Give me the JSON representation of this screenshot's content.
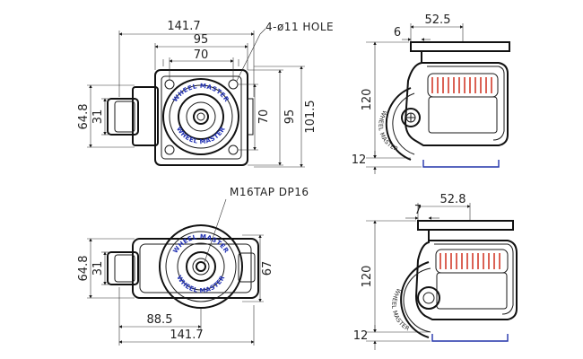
{
  "views": {
    "top_view": {
      "overall_width": "141.7",
      "plate_width": "95",
      "hole_spacing_x": "70",
      "hole_note": "4-ø11 HOLE",
      "overall_height": "64.8",
      "wheel_height": "31",
      "hole_spacing_y": "70",
      "plate_height": "95",
      "total_depth": "101.5"
    },
    "side_view": {
      "plate_depth": "52.5",
      "offset": "6",
      "height": "120",
      "bottom": "12"
    },
    "bottom_view": {
      "thread_note": "M16TAP DP16",
      "overall_height": "64.8",
      "wheel_height": "31",
      "base_height": "67",
      "offset_width": "88.5",
      "overall_width": "141.7"
    },
    "side_view_2": {
      "plate_depth": "52.8",
      "offset": "7",
      "height": "120",
      "bottom": "12"
    }
  },
  "brand": {
    "name": "WHEEL MASTER",
    "ring_top": "WHEEL MASTER",
    "ring_bottom": "WHEEL MASTER"
  },
  "colors": {
    "line": "#1a1a1a",
    "brand_blue": "#1f2fb3",
    "tread_red": "#d23a2a",
    "floor_blue": "#2233aa"
  }
}
